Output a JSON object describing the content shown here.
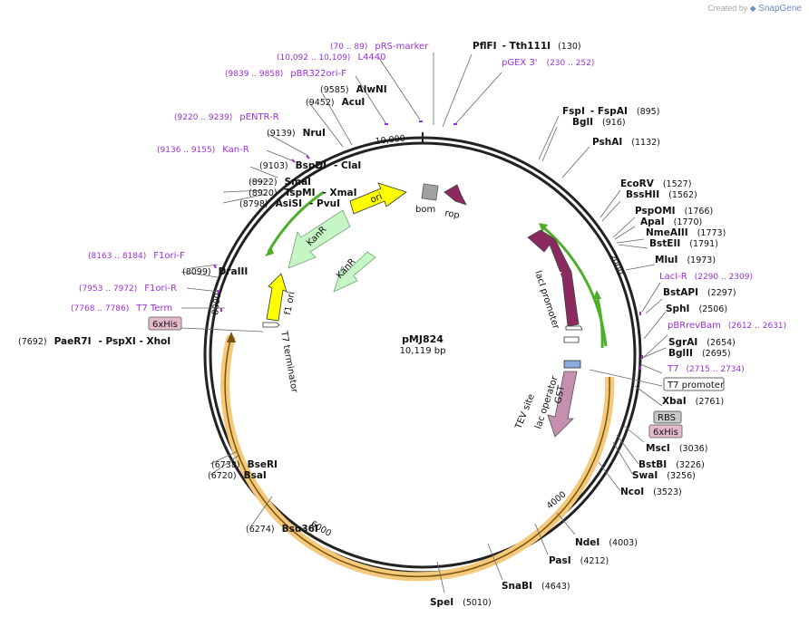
{
  "credit": {
    "prefix": "Created by",
    "brand": "SnapGene"
  },
  "plasmid": {
    "name": "pMJ824",
    "size": "10,119 bp"
  },
  "ticks": [
    "10,000",
    "2000",
    "4000",
    "6000",
    "8000"
  ],
  "features": {
    "ori": "ori",
    "kanr_outer": "KanR",
    "kanr_inner": "KanR",
    "f1ori": "f1 ori",
    "t7term": "T7 terminator",
    "bom": "bom",
    "rop": "rop",
    "laci": "lacI",
    "laci_promoter": "lacI promoter",
    "gst": "GST",
    "lac_operator": "lac operator",
    "tev_site": "TEV site"
  },
  "boxed": {
    "t7_promoter": "T7 promoter",
    "rbs": "RBS",
    "his_right": "6xHis",
    "his_left": "6xHis"
  },
  "enzymes_top": [
    {
      "name": "PflFI",
      "extra": "- Tth111I",
      "pos": "(130)"
    }
  ],
  "enzymes_right": [
    {
      "name": "FspI",
      "extra": "- FspAI",
      "pos": "(895)"
    },
    {
      "name": "BglI",
      "extra": "",
      "pos": "(916)"
    },
    {
      "name": "PshAI",
      "extra": "",
      "pos": "(1132)"
    },
    {
      "name": "EcoRV",
      "extra": "",
      "pos": "(1527)"
    },
    {
      "name": "BssHII",
      "extra": "",
      "pos": "(1562)"
    },
    {
      "name": "PspOMI",
      "extra": "",
      "pos": "(1766)"
    },
    {
      "name": "ApaI",
      "extra": "",
      "pos": "(1770)"
    },
    {
      "name": "NmeAIII",
      "extra": "",
      "pos": "(1773)"
    },
    {
      "name": "BstEII",
      "extra": "",
      "pos": "(1791)"
    },
    {
      "name": "MluI",
      "extra": "",
      "pos": "(1973)"
    },
    {
      "name": "BstAPI",
      "extra": "",
      "pos": "(2297)"
    },
    {
      "name": "SphI",
      "extra": "",
      "pos": "(2506)"
    },
    {
      "name": "SgrAI",
      "extra": "",
      "pos": "(2654)"
    },
    {
      "name": "BglII",
      "extra": "",
      "pos": "(2695)"
    },
    {
      "name": "XbaI",
      "extra": "",
      "pos": "(2761)"
    },
    {
      "name": "MscI",
      "extra": "",
      "pos": "(3036)"
    },
    {
      "name": "BstBI",
      "extra": "",
      "pos": "(3226)"
    },
    {
      "name": "SwaI",
      "extra": "",
      "pos": "(3256)"
    },
    {
      "name": "NcoI",
      "extra": "",
      "pos": "(3523)"
    },
    {
      "name": "NdeI",
      "extra": "",
      "pos": "(4003)"
    },
    {
      "name": "PasI",
      "extra": "",
      "pos": "(4212)"
    },
    {
      "name": "SnaBI",
      "extra": "",
      "pos": "(4643)"
    },
    {
      "name": "SpeI",
      "extra": "",
      "pos": "(5010)"
    }
  ],
  "enzymes_left": [
    {
      "name": "AlwNI",
      "extra": "",
      "pos": "(9585)"
    },
    {
      "name": "AcuI",
      "extra": "",
      "pos": "(9452)"
    },
    {
      "name": "NruI",
      "extra": "",
      "pos": "(9139)"
    },
    {
      "name": "BspDI",
      "extra": "- ClaI",
      "pos": "(9103)"
    },
    {
      "name": "SmaI",
      "extra": "",
      "pos": "(8922)"
    },
    {
      "name": "TspMI",
      "extra": "- XmaI",
      "pos": "(8920)"
    },
    {
      "name": "AsiSI",
      "extra": "- PvuI",
      "pos": "(8798)"
    },
    {
      "name": "DraIII",
      "extra": "",
      "pos": "(8099)"
    },
    {
      "name": "PaeR7I",
      "extra": "- PspXI - XhoI",
      "pos": "(7692)"
    },
    {
      "name": "BseRI",
      "extra": "",
      "pos": "(6738)"
    },
    {
      "name": "BsaI",
      "extra": "",
      "pos": "(6720)"
    },
    {
      "name": "Bsu36I",
      "extra": "",
      "pos": "(6274)"
    }
  ],
  "primers_right": [
    {
      "name": "pGEX 3'",
      "pos": "(230 .. 252)"
    },
    {
      "name": "LacI-R",
      "pos": "(2290 .. 2309)"
    },
    {
      "name": "pBRrevBam",
      "pos": "(2612 .. 2631)"
    },
    {
      "name": "T7",
      "pos": "(2715 .. 2734)"
    }
  ],
  "primers_left": [
    {
      "name": "pRS-marker",
      "pos": "(70 .. 89)"
    },
    {
      "name": "L4440",
      "pos": "(10,092 .. 10,109)"
    },
    {
      "name": "pBR322ori-F",
      "pos": "(9839 .. 9858)"
    },
    {
      "name": "pENTR-R",
      "pos": "(9220 .. 9239)"
    },
    {
      "name": "Kan-R",
      "pos": "(9136 .. 9155)"
    },
    {
      "name": "F1ori-F",
      "pos": "(8163 .. 8184)"
    },
    {
      "name": "F1ori-R",
      "pos": "(7953 .. 7972)"
    },
    {
      "name": "T7 Term",
      "pos": "(7768 .. 7786)"
    }
  ],
  "colors": {
    "backbone": "#222222",
    "orf": "#f5c97a",
    "primer": "#9b30d9",
    "ori": "#ffff00",
    "kanr": "#c6f5c6",
    "laci": "#8a2a5f",
    "gst": "#c58fb0",
    "bom": "#a0a0a0",
    "rop": "#8a2a5f",
    "green_arrow": "#4caf2a"
  }
}
